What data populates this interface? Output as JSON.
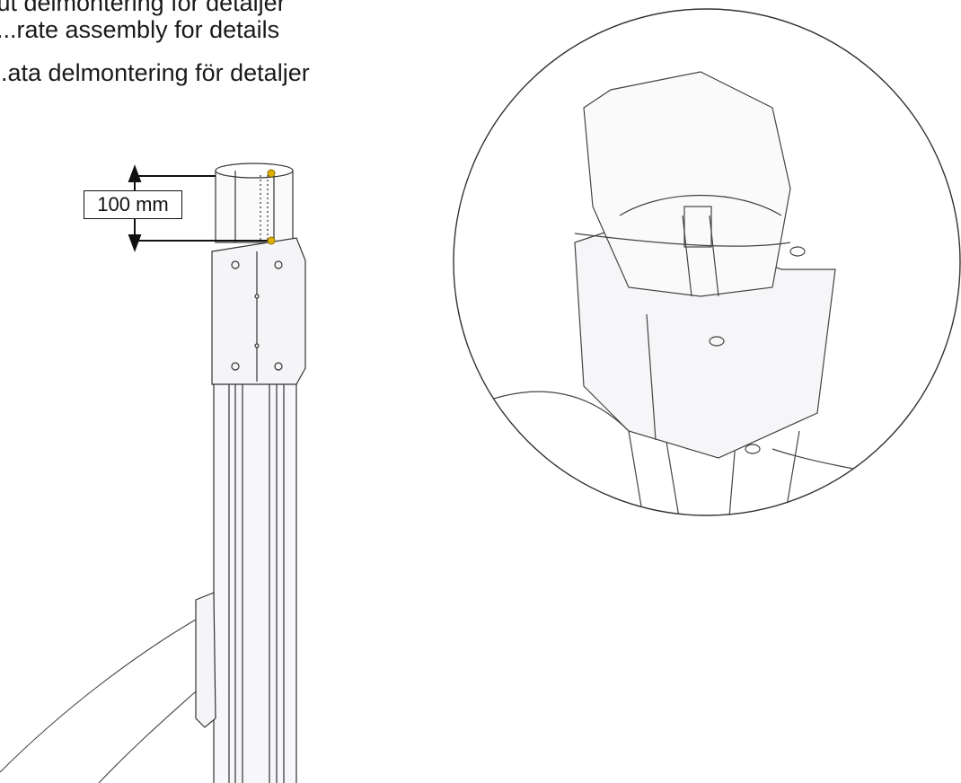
{
  "captions": {
    "line1": "...ut delmontering för detaljer",
    "line2": "...rate assembly for details",
    "line3": "...ata delmontering för detaljer"
  },
  "dimension": {
    "label": "100 mm"
  },
  "colors": {
    "line": "#333333",
    "marker": "#e0b000",
    "background": "#ffffff"
  }
}
